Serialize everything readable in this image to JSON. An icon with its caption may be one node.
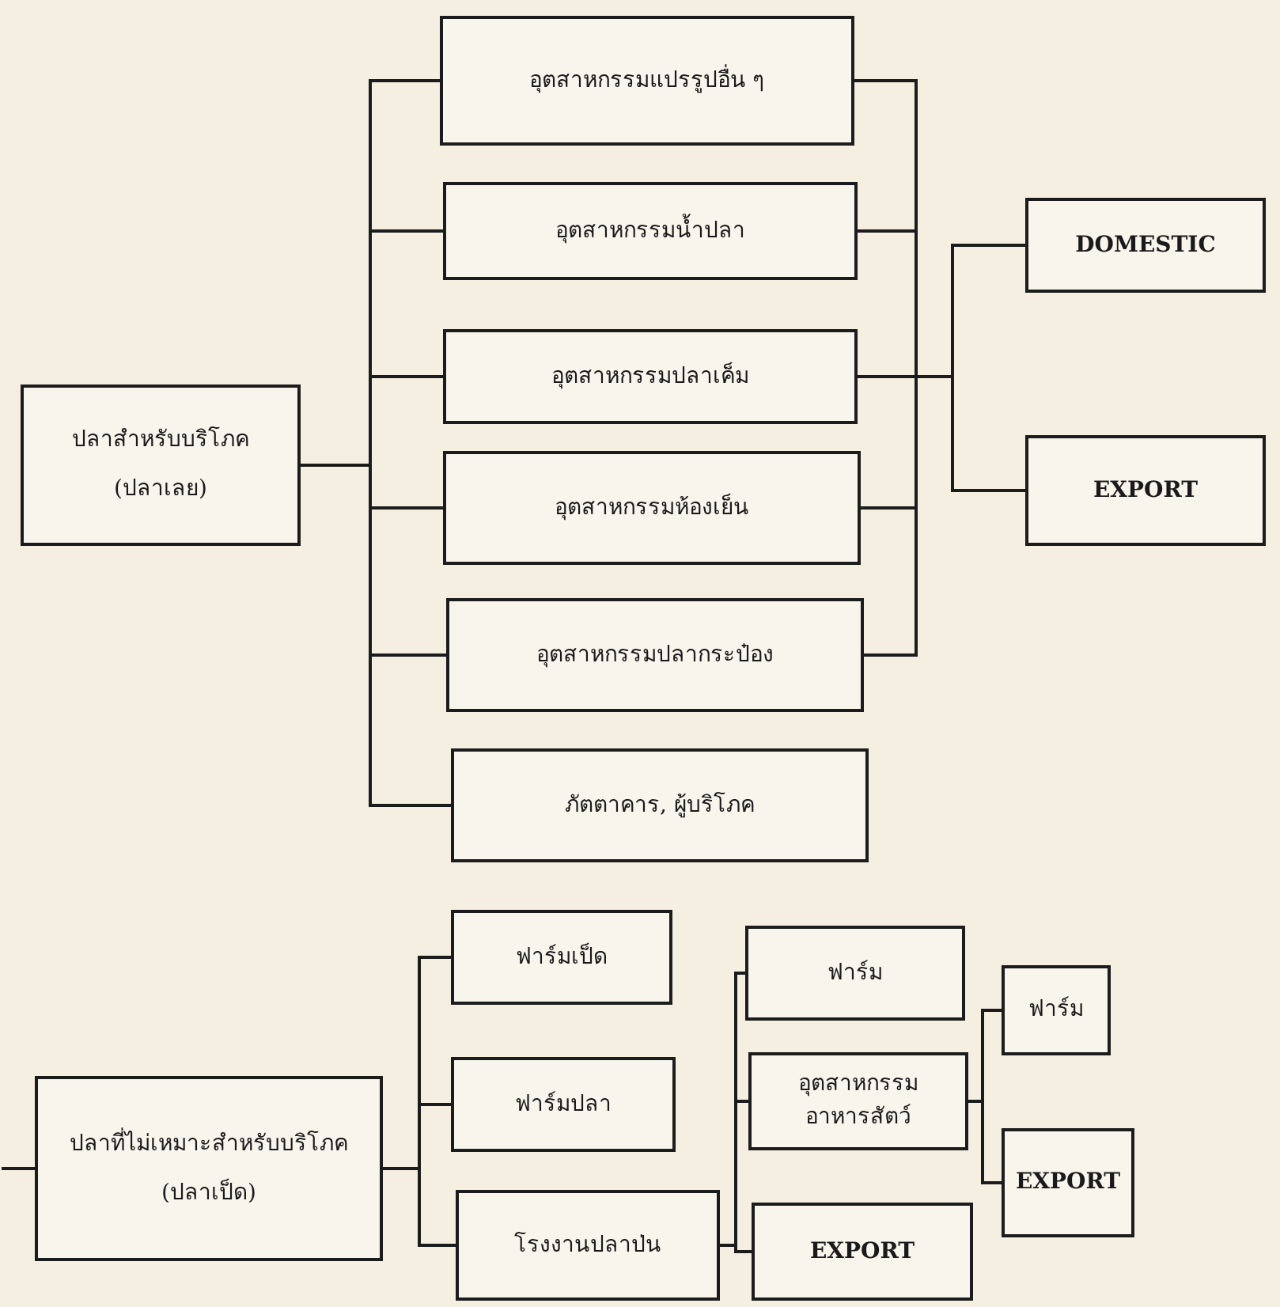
{
  "diagram": {
    "nodes": [
      {
        "text": [
          "ปลาสำหรับบริโภค (ปลาเลย)"
        ]
      },
      {
        "text": [
          "อุตสาหกรรมแปรรูปอื่น ๆ"
        ]
      },
      {
        "text": [
          "อุตสาหกรรมน้ำปลา"
        ]
      },
      {
        "text": [
          "อุตสาหกรรมปลาเค็ม"
        ]
      },
      {
        "text": [
          "อุตสาหกรรมห้องเย็น"
        ]
      },
      {
        "text": [
          "อุตสาหกรรมปลากระป๋อง"
        ]
      },
      {
        "text": [
          "ภัตตาคาร, ผู้บริโภค"
        ]
      },
      {
        "text": [
          "DOMESTIC"
        ]
      },
      {
        "text": [
          "EXPORT"
        ]
      },
      {
        "text": [
          "ปลาที่ไม่เหมาะสำหรับบริโภค (ปลาเป็ด)"
        ]
      },
      {
        "text": [
          "ฟาร์มเป็ด"
        ]
      },
      {
        "text": [
          "ฟาร์มปลา"
        ]
      },
      {
        "text": [
          "โรงงานปลาป่น"
        ]
      },
      {
        "text": [
          "ฟาร์ม"
        ]
      },
      {
        "text": [
          "อุตสาหกรรมอาหารสัตว์"
        ]
      },
      {
        "text": [
          "EXPORT"
        ]
      },
      {
        "text": [
          "ฟาร์ม"
        ]
      },
      {
        "text": [
          "EXPORT"
        ]
      }
    ],
    "edges": [
      {
        "from": 0,
        "to": 1,
        "arrow": "none"
      },
      {
        "from": 0,
        "to": 2,
        "arrow": "none"
      },
      {
        "from": 0,
        "to": 3,
        "arrow": "none"
      },
      {
        "from": 0,
        "to": 4,
        "arrow": "none"
      },
      {
        "from": 0,
        "to": 5,
        "arrow": "none"
      },
      {
        "from": 0,
        "to": 6,
        "arrow": "none"
      },
      {
        "from": 1,
        "to": 7,
        "arrow": "none"
      },
      {
        "from": 2,
        "to": 7,
        "arrow": "none"
      },
      {
        "from": 3,
        "to": 7,
        "arrow": "none"
      },
      {
        "from": 4,
        "to": 7,
        "arrow": "none"
      },
      {
        "from": 5,
        "to": 7,
        "arrow": "none"
      },
      {
        "from": 1,
        "to": 8,
        "arrow": "none"
      },
      {
        "from": 2,
        "to": 8,
        "arrow": "none"
      },
      {
        "from": 3,
        "to": 8,
        "arrow": "none"
      },
      {
        "from": 4,
        "to": 8,
        "arrow": "none"
      },
      {
        "from": 5,
        "to": 8,
        "arrow": "none"
      },
      {
        "from": null,
        "to": 9,
        "arrow": "none"
      },
      {
        "from": 9,
        "to": 10,
        "arrow": "none"
      },
      {
        "from": 9,
        "to": 11,
        "arrow": "none"
      },
      {
        "from": 9,
        "to": 12,
        "arrow": "none"
      },
      {
        "from": 12,
        "to": 13,
        "arrow": "none"
      },
      {
        "from": 12,
        "to": 14,
        "arrow": "none"
      },
      {
        "from": 12,
        "to": 15,
        "arrow": "none"
      },
      {
        "from": 14,
        "to": 16,
        "arrow": "none"
      },
      {
        "from": 14,
        "to": 17,
        "arrow": "none"
      }
    ]
  }
}
